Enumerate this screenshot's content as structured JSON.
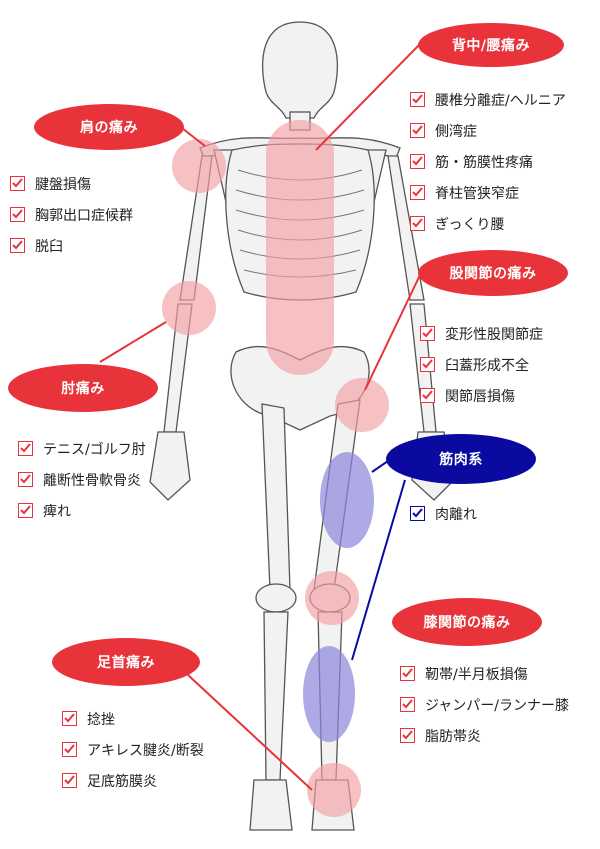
{
  "colors": {
    "pain": "#e8333a",
    "muscle": "#0a0aa0",
    "bone_fill": "#f2f2f2",
    "bone_stroke": "#444444"
  },
  "groups": [
    {
      "id": "back",
      "title": "背中/腰痛み",
      "color": "red",
      "items": [
        "腰椎分離症/ヘルニア",
        "側湾症",
        "筋・筋膜性疼痛",
        "脊柱管狭窄症",
        "ぎっくり腰"
      ]
    },
    {
      "id": "shoulder",
      "title": "肩の痛み",
      "color": "red",
      "items": [
        "腱盤損傷",
        "胸郭出口症候群",
        "脱臼"
      ]
    },
    {
      "id": "hip",
      "title": "股関節の痛み",
      "color": "red",
      "items": [
        "変形性股関節症",
        "臼蓋形成不全",
        "関節唇損傷"
      ]
    },
    {
      "id": "elbow",
      "title": "肘痛み",
      "color": "red",
      "items": [
        "テニス/ゴルフ肘",
        "離断性骨軟骨炎",
        "痺れ"
      ]
    },
    {
      "id": "muscle",
      "title": "筋肉系",
      "color": "blue",
      "items": [
        "肉離れ"
      ]
    },
    {
      "id": "knee",
      "title": "膝関節の痛み",
      "color": "red",
      "items": [
        "靭帯/半月板損傷",
        "ジャンパー/ランナー膝",
        "脂肪帯炎"
      ]
    },
    {
      "id": "ankle",
      "title": "足首痛み",
      "color": "red",
      "items": [
        "捻挫",
        "アキレス腱炎/断裂",
        "足底筋膜炎"
      ]
    }
  ]
}
